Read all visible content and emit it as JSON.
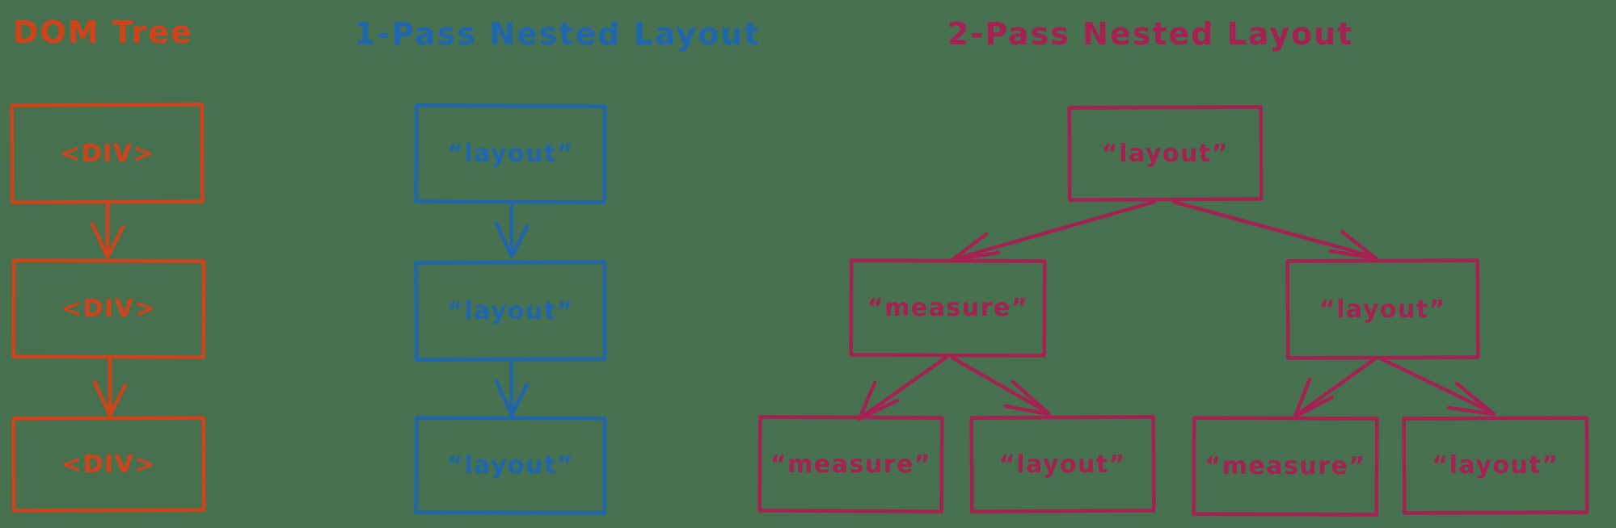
{
  "background": "#47714e",
  "diagrams": {
    "dom": {
      "title": "DOM Tree",
      "color": "#d0421a",
      "nodes": {
        "n1": "<DIV>",
        "n2": "<DIV>",
        "n3": "<DIV>"
      },
      "edges": [
        [
          "n1",
          "n2"
        ],
        [
          "n2",
          "n3"
        ]
      ]
    },
    "one_pass": {
      "title": "1-Pass Nested Layout",
      "color": "#1f66ad",
      "nodes": {
        "n1": "“layout”",
        "n2": "“layout”",
        "n3": "“layout”"
      },
      "edges": [
        [
          "n1",
          "n2"
        ],
        [
          "n2",
          "n3"
        ]
      ]
    },
    "two_pass": {
      "title": "2-Pass Nested Layout",
      "color": "#a52153",
      "nodes": {
        "root": "“layout”",
        "left": "“measure”",
        "right": "“layout”",
        "ll": "“measure”",
        "lr": "“layout”",
        "rl": "“measure”",
        "rr": "“layout”"
      },
      "edges": [
        [
          "root",
          "left"
        ],
        [
          "root",
          "right"
        ],
        [
          "left",
          "ll"
        ],
        [
          "left",
          "lr"
        ],
        [
          "right",
          "rl"
        ],
        [
          "right",
          "rr"
        ]
      ]
    }
  }
}
